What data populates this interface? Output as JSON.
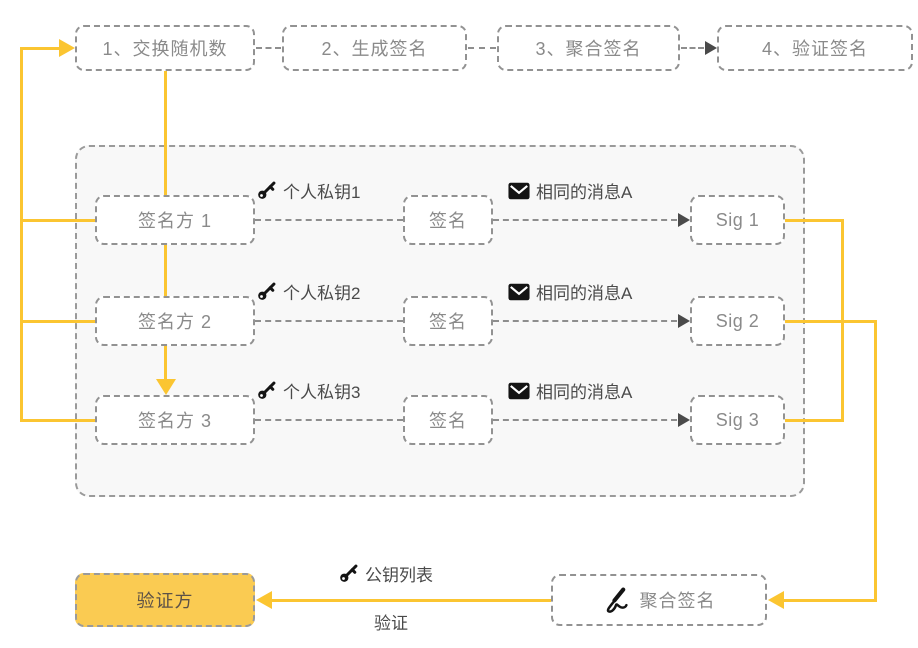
{
  "colors": {
    "accent_yellow": "#FBC531",
    "verifier_fill": "#FACB52",
    "box_border_gray": "#929292",
    "box_text_gray": "#8A8A8A",
    "label_text_dark": "#4A4A4A",
    "container_fill": "#F8F8F8"
  },
  "top_steps": [
    {
      "label": "1、交换随机数"
    },
    {
      "label": "2、生成签名"
    },
    {
      "label": "3、聚合签名"
    },
    {
      "label": "4、验证签名"
    }
  ],
  "signers": [
    {
      "party": "签名方 1",
      "private_key": "个人私钥1",
      "sign": "签名",
      "message": "相同的消息A",
      "sig": "Sig 1"
    },
    {
      "party": "签名方 2",
      "private_key": "个人私钥2",
      "sign": "签名",
      "message": "相同的消息A",
      "sig": "Sig 2"
    },
    {
      "party": "签名方 3",
      "private_key": "个人私钥3",
      "sign": "签名",
      "message": "相同的消息A",
      "sig": "Sig 3"
    }
  ],
  "bottom": {
    "aggregate": "聚合签名",
    "verifier": "验证方",
    "public_key_list": "公钥列表",
    "verify": "验证"
  },
  "icons": {
    "private_key": "key-icon",
    "message": "envelope-icon",
    "aggregate_signature": "pen-icon"
  }
}
